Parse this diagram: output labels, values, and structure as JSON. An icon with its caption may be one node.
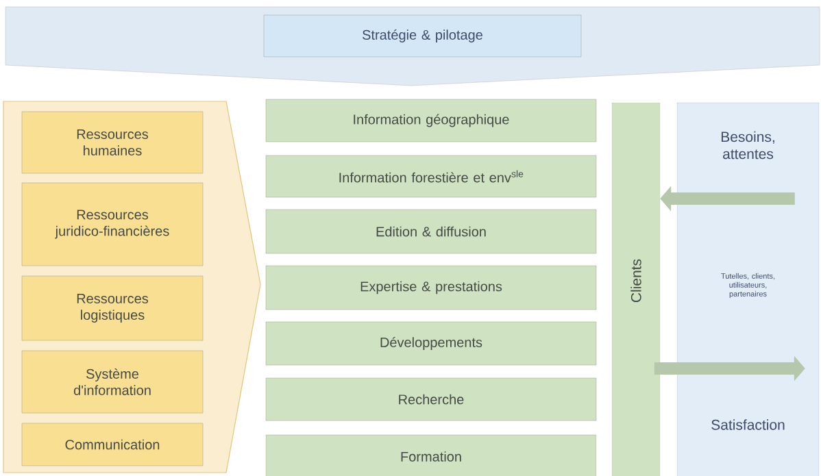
{
  "diagram": {
    "nodes": [
      {
        "text": [],
        "shape": "band"
      },
      {
        "text": [
          "Stratégie & pilotage"
        ],
        "in": 0
      },
      {
        "text": [],
        "shape": "chevron"
      },
      {
        "text": [
          "Ressources humaines"
        ],
        "in": 2
      },
      {
        "text": [
          "Ressources juridico-financières"
        ],
        "in": 2
      },
      {
        "text": [
          "Ressources logistiques"
        ],
        "in": 2
      },
      {
        "text": [
          "Système d'information"
        ],
        "in": 2
      },
      {
        "text": [
          "Communication"
        ],
        "in": 2
      },
      {
        "text": [
          "Information géographique"
        ]
      },
      {
        "text": [
          "Information forestière et env$^{sle}$"
        ]
      },
      {
        "text": [
          "Edition & diffusion"
        ]
      },
      {
        "text": [
          "Expertise & prestations"
        ]
      },
      {
        "text": [
          "Développements"
        ]
      },
      {
        "text": [
          "Recherche"
        ]
      },
      {
        "text": [
          "Formation"
        ]
      },
      {
        "text": [
          "Clients"
        ]
      },
      {
        "text": [
          "Besoins, attentes",
          "Tutelles, clients, utilisateurs, partenaires",
          "Satisfaction"
        ]
      }
    ],
    "edges": [
      {
        "from": 16,
        "to": 15,
        "arrow": "to"
      },
      {
        "from": 15,
        "to": 16,
        "arrow": "to"
      }
    ]
  }
}
